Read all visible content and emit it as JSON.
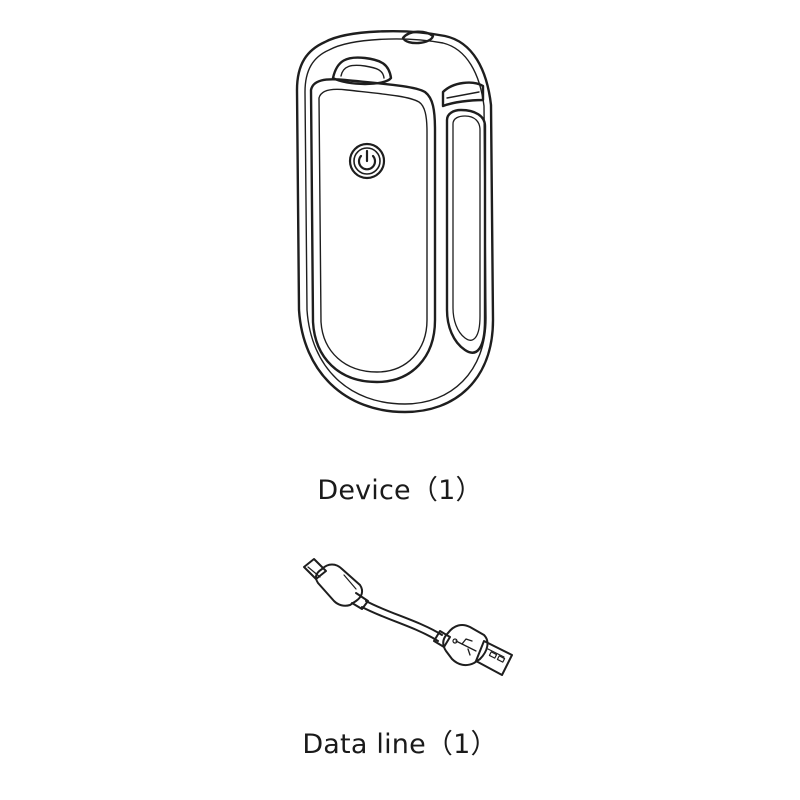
{
  "items": [
    {
      "label": "Device（1）",
      "illustration": "device-illustration"
    },
    {
      "label": "Data line（1）",
      "illustration": "usb-cable-illustration"
    }
  ],
  "colors": {
    "line": "#1e1e1e",
    "background": "#ffffff"
  },
  "icons": {
    "power": "power-icon"
  }
}
